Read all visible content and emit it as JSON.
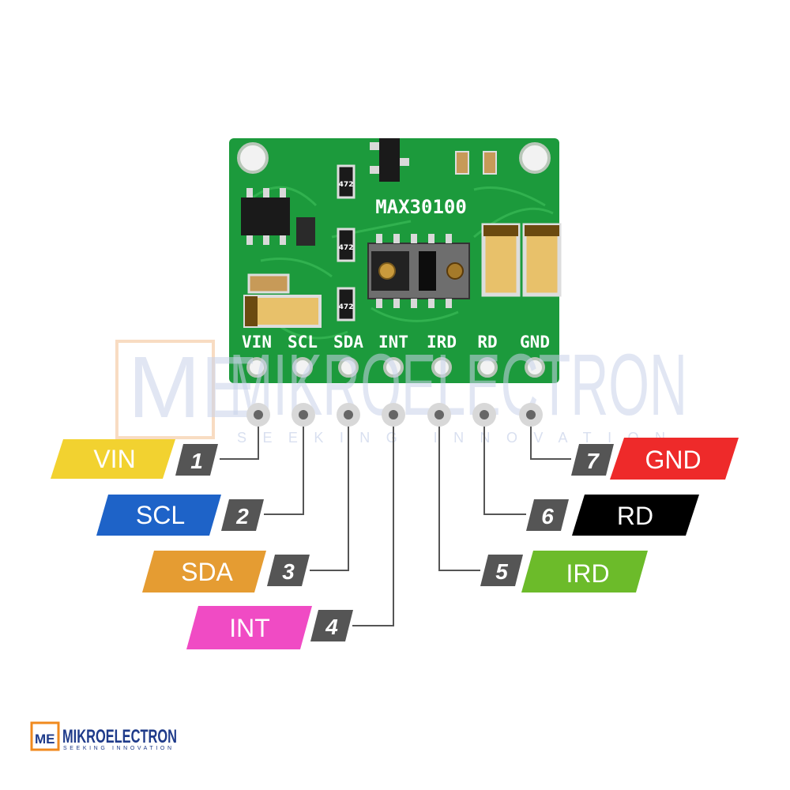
{
  "board": {
    "chip_name": "MAX30100",
    "pin_labels": [
      "VIN",
      "SCL",
      "SDA",
      "INT",
      "IRD",
      "RD",
      "GND"
    ],
    "resistor_codes": [
      "472",
      "472",
      "472"
    ]
  },
  "pins": [
    {
      "number": "1",
      "name": "VIN",
      "color": "#f2d230"
    },
    {
      "number": "2",
      "name": "SCL",
      "color": "#1e63c8"
    },
    {
      "number": "3",
      "name": "SDA",
      "color": "#e59c32"
    },
    {
      "number": "4",
      "name": "INT",
      "color": "#f04bc4"
    },
    {
      "number": "5",
      "name": "IRD",
      "color": "#6cbb2a"
    },
    {
      "number": "6",
      "name": "RD",
      "color": "#000000"
    },
    {
      "number": "7",
      "name": "GND",
      "color": "#ee2a2a"
    }
  ],
  "watermark": {
    "badge": "ME",
    "text": "MIKROELECTRON",
    "tagline": "SEEKING INNOVATION"
  },
  "logo": {
    "badge": "ME",
    "text": "MIKROELECTRON",
    "tagline": "SEEKING INNOVATION"
  },
  "colors": {
    "pcb_green": "#1c9a3c",
    "number_badge": "#555555",
    "wire": "#555555",
    "logo_accent": "#f08a1e",
    "logo_blue": "#1f3b8a"
  }
}
